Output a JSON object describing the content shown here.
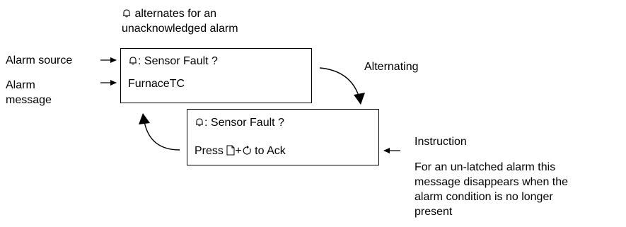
{
  "top_note": {
    "line1_icon": "bell-icon",
    "line1": "alternates for an",
    "line2": "unacknowledged alarm"
  },
  "left_labels": {
    "alarm_source": "Alarm source",
    "alarm_message_1": "Alarm",
    "alarm_message_2": "message"
  },
  "display_1": {
    "line1_icon": "bell-icon",
    "line1": ": Sensor Fault ?",
    "line2": "FurnaceTC"
  },
  "display_2": {
    "line1_icon": "bell-icon",
    "line1": ": Sensor Fault ?",
    "line2_prefix": "Press",
    "key1_icon": "page-key-icon",
    "plus": "+",
    "key2_icon": "scroll-key-icon",
    "line2_suffix": "to Ack"
  },
  "alternating_label": "Alternating",
  "instruction": {
    "title": "Instruction",
    "lines": [
      "For an un-latched alarm this",
      "message disappears when the",
      "alarm condition is no longer",
      "present"
    ]
  }
}
